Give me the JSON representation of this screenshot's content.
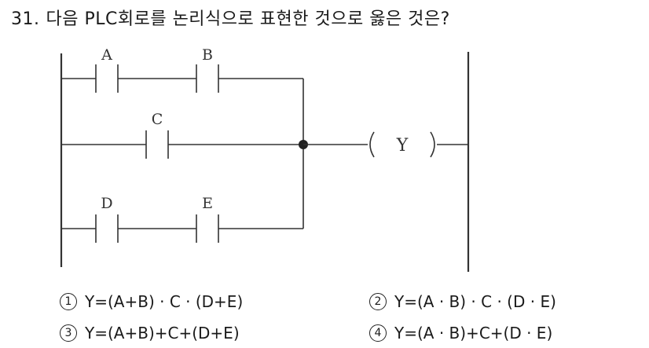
{
  "question": {
    "number": "31.",
    "text": "다음 PLC회로를 논리식으로 표현한 것으로 옳은 것은?"
  },
  "circuit": {
    "contacts": [
      "A",
      "B",
      "C",
      "D",
      "E"
    ],
    "coil": "Y"
  },
  "choices": [
    {
      "marker": "1",
      "text": "Y=(A+B) · C · (D+E)"
    },
    {
      "marker": "2",
      "text": "Y=(A · B) · C · (D · E)"
    },
    {
      "marker": "3",
      "text": "Y=(A+B)+C+(D+E)"
    },
    {
      "marker": "4",
      "text": "Y=(A · B)+C+(D · E)"
    }
  ]
}
